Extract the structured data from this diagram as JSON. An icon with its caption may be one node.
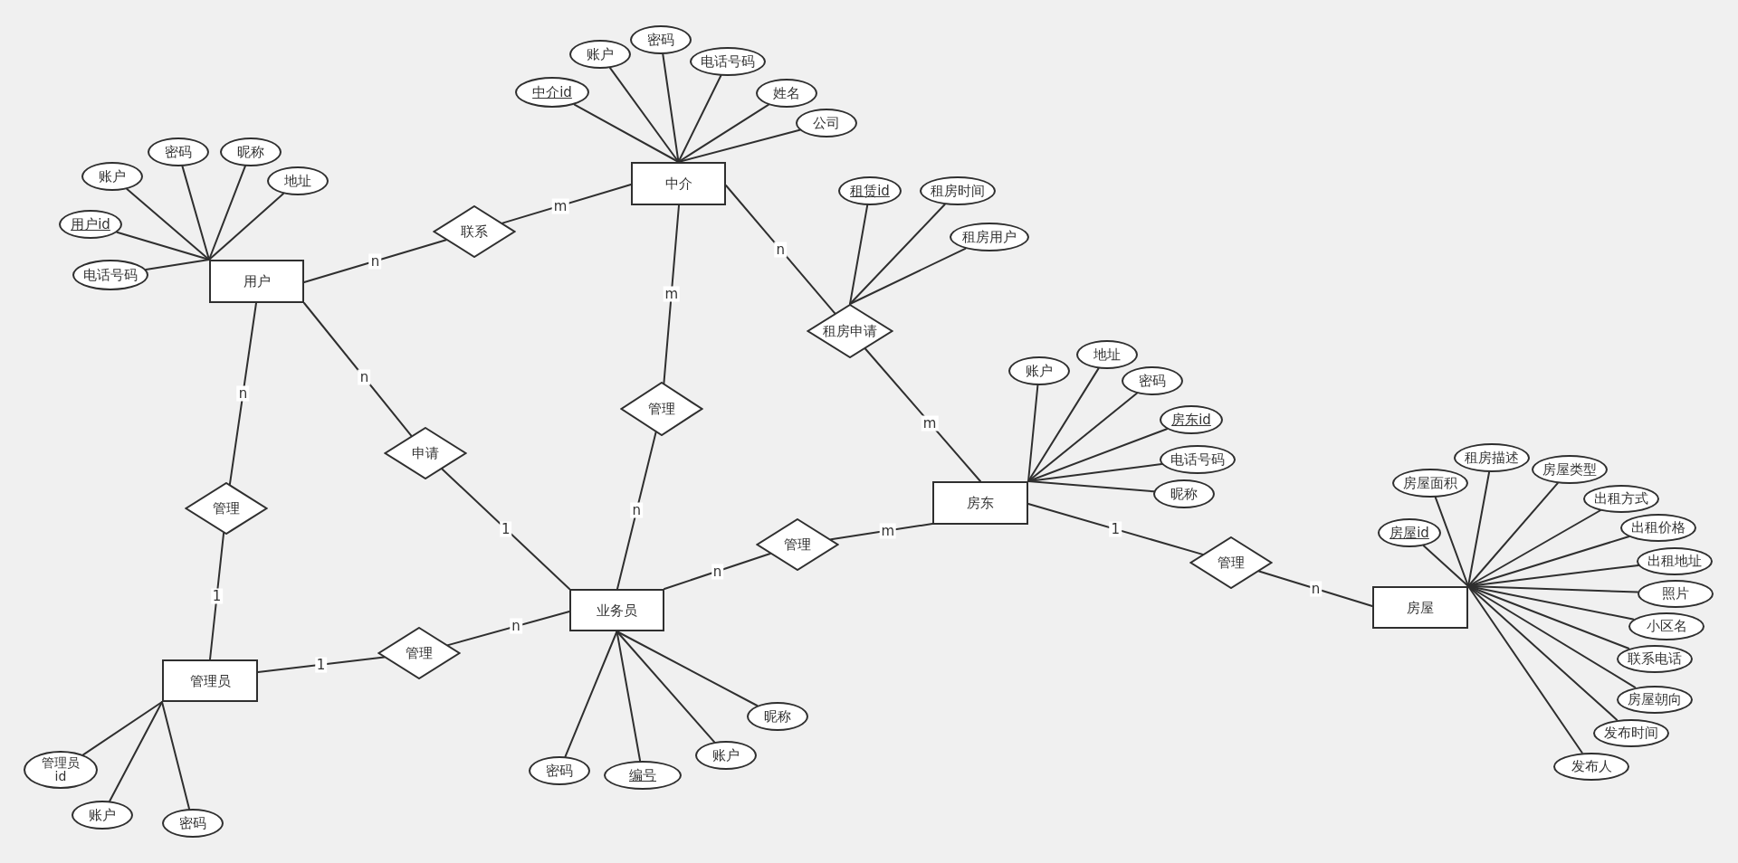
{
  "diagram": {
    "nodes": [
      {
        "text": [
          "用户"
        ]
      },
      {
        "text": [
          "用户id"
        ]
      },
      {
        "text": [
          "账户"
        ]
      },
      {
        "text": [
          "密码"
        ]
      },
      {
        "text": [
          "昵称"
        ]
      },
      {
        "text": [
          "地址"
        ]
      },
      {
        "text": [
          "电话号码"
        ]
      },
      {
        "text": [
          "中介"
        ]
      },
      {
        "text": [
          "中介id"
        ]
      },
      {
        "text": [
          "账户"
        ]
      },
      {
        "text": [
          "密码"
        ]
      },
      {
        "text": [
          "电话号码"
        ]
      },
      {
        "text": [
          "姓名"
        ]
      },
      {
        "text": [
          "公司"
        ]
      },
      {
        "text": [
          "联系"
        ]
      },
      {
        "text": [
          "租房申请"
        ]
      },
      {
        "text": [
          "租赁id"
        ]
      },
      {
        "text": [
          "租房时间"
        ]
      },
      {
        "text": [
          "租房用户"
        ]
      },
      {
        "text": [
          "管理"
        ]
      },
      {
        "text": [
          "申请"
        ]
      },
      {
        "text": [
          "管理"
        ]
      },
      {
        "text": [
          "房东"
        ]
      },
      {
        "text": [
          "账户"
        ]
      },
      {
        "text": [
          "地址"
        ]
      },
      {
        "text": [
          "密码"
        ]
      },
      {
        "text": [
          "房东id"
        ]
      },
      {
        "text": [
          "电话号码"
        ]
      },
      {
        "text": [
          "昵称"
        ]
      },
      {
        "text": [
          "管理"
        ]
      },
      {
        "text": [
          "管理"
        ]
      },
      {
        "text": [
          "业务员"
        ]
      },
      {
        "text": [
          "密码"
        ]
      },
      {
        "text": [
          "编号"
        ]
      },
      {
        "text": [
          "账户"
        ]
      },
      {
        "text": [
          "昵称"
        ]
      },
      {
        "text": [
          "管理员"
        ]
      },
      {
        "text": [
          "管理员id"
        ]
      },
      {
        "text": [
          "账户"
        ]
      },
      {
        "text": [
          "密码"
        ]
      },
      {
        "text": [
          "管理"
        ]
      },
      {
        "text": [
          "房屋"
        ]
      },
      {
        "text": [
          "房屋id"
        ]
      },
      {
        "text": [
          "房屋面积"
        ]
      },
      {
        "text": [
          "租房描述"
        ]
      },
      {
        "text": [
          "房屋类型"
        ]
      },
      {
        "text": [
          "出租方式"
        ]
      },
      {
        "text": [
          "出租价格"
        ]
      },
      {
        "text": [
          "出租地址"
        ]
      },
      {
        "text": [
          "照片"
        ]
      },
      {
        "text": [
          "小区名"
        ]
      },
      {
        "text": [
          "联系电话"
        ]
      },
      {
        "text": [
          "房屋朝向"
        ]
      },
      {
        "text": [
          "发布时间"
        ]
      },
      {
        "text": [
          "发布人"
        ]
      }
    ],
    "edges": [
      {
        "from": 0,
        "to": 1,
        "arrow": "none"
      },
      {
        "from": 0,
        "to": 2,
        "arrow": "none"
      },
      {
        "from": 0,
        "to": 3,
        "arrow": "none"
      },
      {
        "from": 0,
        "to": 4,
        "arrow": "none"
      },
      {
        "from": 0,
        "to": 5,
        "arrow": "none"
      },
      {
        "from": 0,
        "to": 6,
        "arrow": "none"
      },
      {
        "from": 7,
        "to": 8,
        "arrow": "none"
      },
      {
        "from": 7,
        "to": 9,
        "arrow": "none"
      },
      {
        "from": 7,
        "to": 10,
        "arrow": "none"
      },
      {
        "from": 7,
        "to": 11,
        "arrow": "none"
      },
      {
        "from": 7,
        "to": 12,
        "arrow": "none"
      },
      {
        "from": 7,
        "to": 13,
        "arrow": "none"
      },
      {
        "from": 15,
        "to": 16,
        "arrow": "none"
      },
      {
        "from": 15,
        "to": 17,
        "arrow": "none"
      },
      {
        "from": 15,
        "to": 18,
        "arrow": "none"
      },
      {
        "from": 22,
        "to": 23,
        "arrow": "none"
      },
      {
        "from": 22,
        "to": 24,
        "arrow": "none"
      },
      {
        "from": 22,
        "to": 25,
        "arrow": "none"
      },
      {
        "from": 22,
        "to": 26,
        "arrow": "none"
      },
      {
        "from": 22,
        "to": 27,
        "arrow": "none"
      },
      {
        "from": 22,
        "to": 28,
        "arrow": "none"
      },
      {
        "from": 31,
        "to": 32,
        "arrow": "none"
      },
      {
        "from": 31,
        "to": 33,
        "arrow": "none"
      },
      {
        "from": 31,
        "to": 34,
        "arrow": "none"
      },
      {
        "from": 31,
        "to": 35,
        "arrow": "none"
      },
      {
        "from": 36,
        "to": 37,
        "arrow": "none"
      },
      {
        "from": 36,
        "to": 38,
        "arrow": "none"
      },
      {
        "from": 36,
        "to": 39,
        "arrow": "none"
      },
      {
        "from": 41,
        "to": 42,
        "arrow": "none"
      },
      {
        "from": 41,
        "to": 43,
        "arrow": "none"
      },
      {
        "from": 41,
        "to": 44,
        "arrow": "none"
      },
      {
        "from": 41,
        "to": 45,
        "arrow": "none"
      },
      {
        "from": 41,
        "to": 46,
        "arrow": "none"
      },
      {
        "from": 41,
        "to": 47,
        "arrow": "none"
      },
      {
        "from": 41,
        "to": 48,
        "arrow": "none"
      },
      {
        "from": 41,
        "to": 49,
        "arrow": "none"
      },
      {
        "from": 41,
        "to": 50,
        "arrow": "none"
      },
      {
        "from": 41,
        "to": 51,
        "arrow": "none"
      },
      {
        "from": 41,
        "to": 52,
        "arrow": "none"
      },
      {
        "from": 41,
        "to": 53,
        "arrow": "none"
      },
      {
        "from": 41,
        "to": 54,
        "arrow": "none"
      },
      {
        "from": 0,
        "to": 14,
        "arrow": "none",
        "label": "n"
      },
      {
        "from": 14,
        "to": 7,
        "arrow": "none",
        "label": "m"
      },
      {
        "from": 7,
        "to": 19,
        "arrow": "none",
        "label": "m"
      },
      {
        "from": 19,
        "to": 31,
        "arrow": "none",
        "label": "n"
      },
      {
        "from": 7,
        "to": 15,
        "arrow": "none",
        "label": "n"
      },
      {
        "from": 15,
        "to": 22,
        "arrow": "none",
        "label": "m"
      },
      {
        "from": 0,
        "to": 20,
        "arrow": "none",
        "label": "n"
      },
      {
        "from": 20,
        "to": 31,
        "arrow": "none",
        "label": "1"
      },
      {
        "from": 0,
        "to": 21,
        "arrow": "none",
        "label": "n"
      },
      {
        "from": 21,
        "to": 36,
        "arrow": "none",
        "label": "1"
      },
      {
        "from": 36,
        "to": 40,
        "arrow": "none",
        "label": "1"
      },
      {
        "from": 40,
        "to": 31,
        "arrow": "none",
        "label": "n"
      },
      {
        "from": 31,
        "to": 29,
        "arrow": "none",
        "label": "n"
      },
      {
        "from": 29,
        "to": 22,
        "arrow": "none",
        "label": "m"
      },
      {
        "from": 22,
        "to": 30,
        "arrow": "none",
        "label": "1"
      },
      {
        "from": 30,
        "to": 41,
        "arrow": "none",
        "label": "n"
      }
    ]
  }
}
